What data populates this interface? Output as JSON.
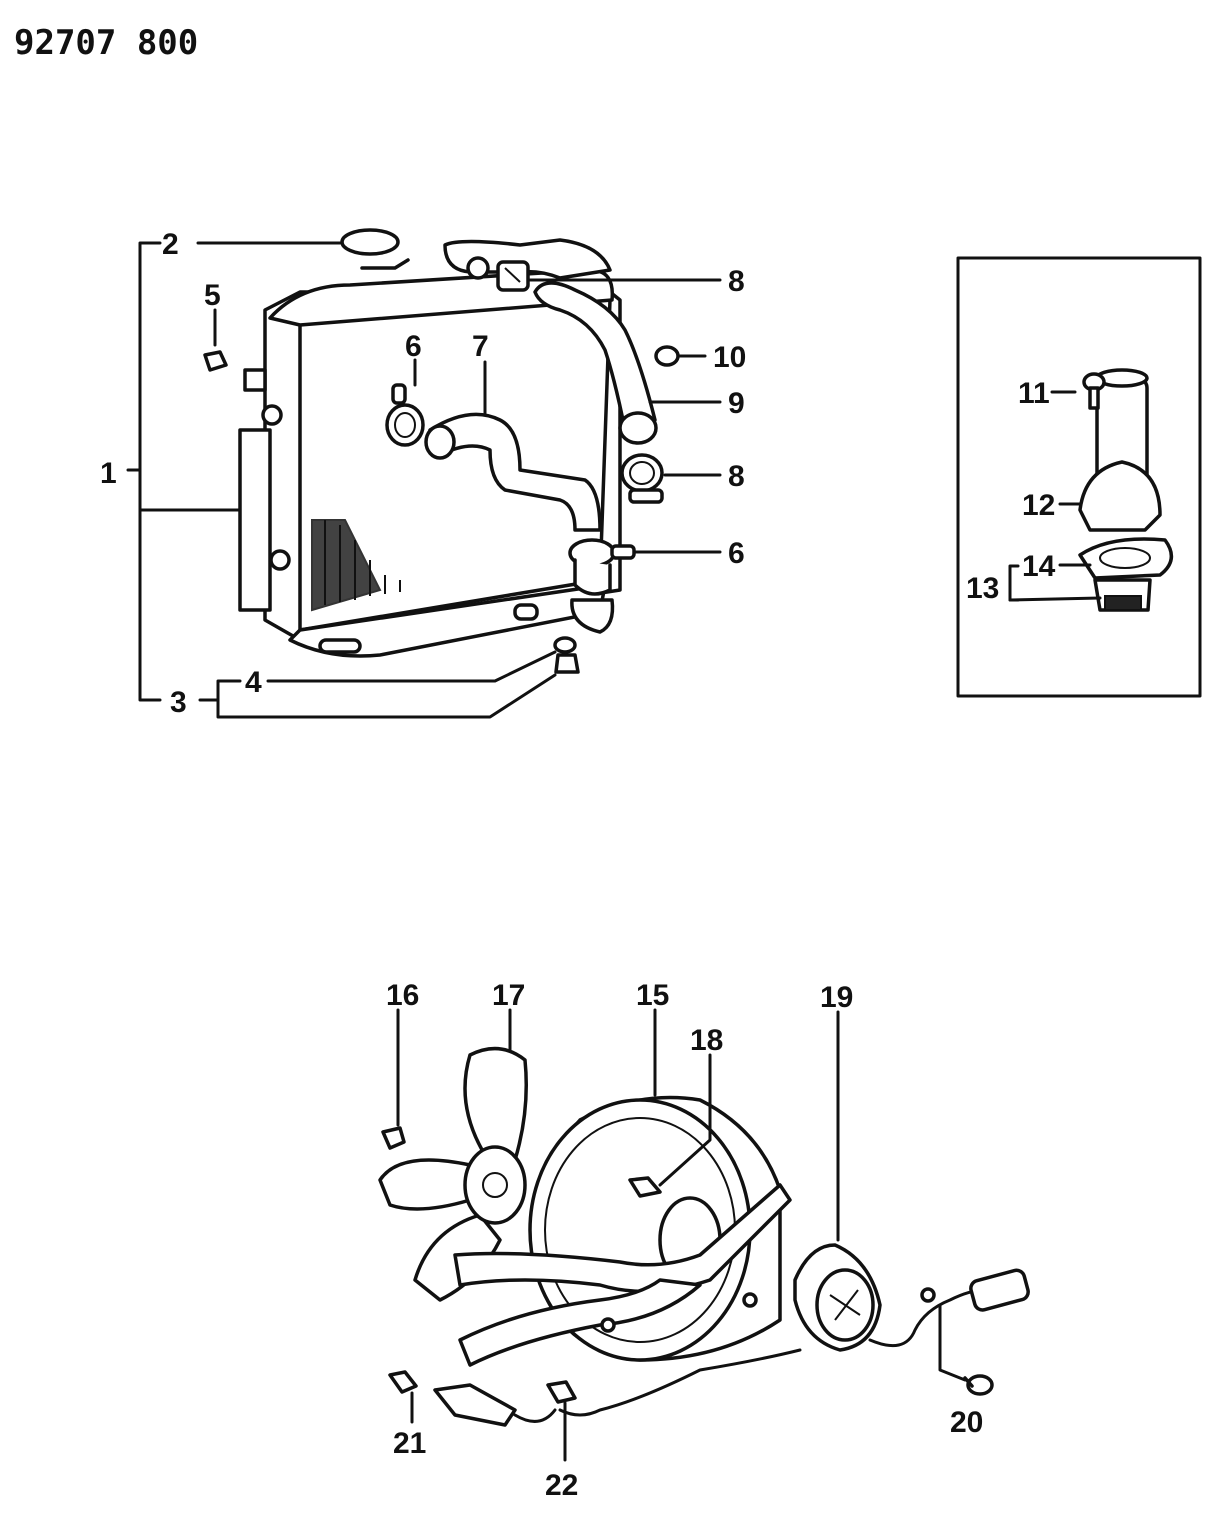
{
  "header": {
    "code": "92707 800"
  },
  "callouts": {
    "c1": "1",
    "c2": "2",
    "c3": "3",
    "c4": "4",
    "c5": "5",
    "c6a": "6",
    "c6b": "6",
    "c7": "7",
    "c8a": "8",
    "c8b": "8",
    "c9": "9",
    "c10": "10",
    "c11": "11",
    "c12": "12",
    "c13": "13",
    "c14": "14",
    "c15": "15",
    "c16": "16",
    "c17": "17",
    "c18": "18",
    "c19": "19",
    "c20": "20",
    "c21": "21",
    "c22": "22"
  },
  "colors": {
    "ink": "#111111",
    "paper": "#ffffff"
  }
}
